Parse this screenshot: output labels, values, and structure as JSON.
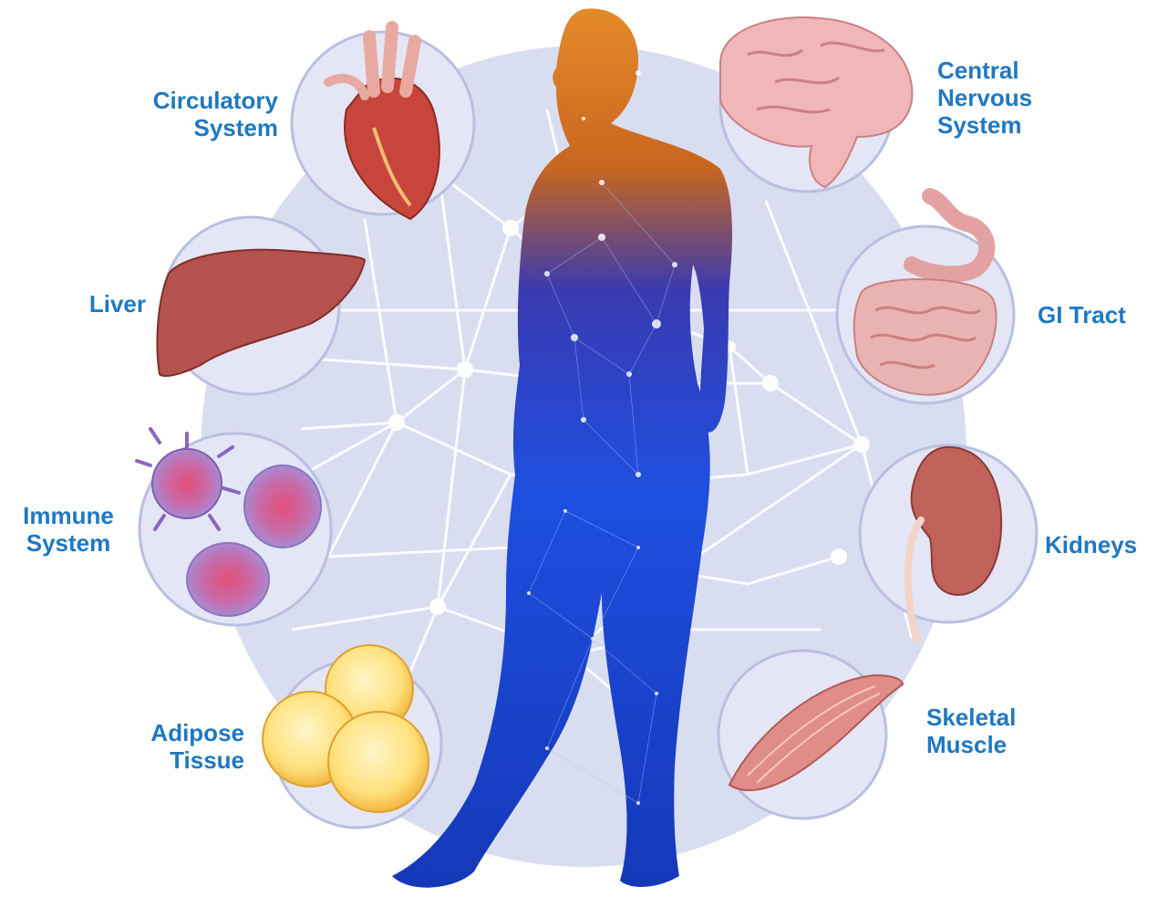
{
  "labels": {
    "circulatory": [
      "Circulatory",
      "System"
    ],
    "cns": [
      "Central",
      "Nervous",
      "System"
    ],
    "liver": [
      "Liver"
    ],
    "gi": [
      "GI Tract"
    ],
    "immune": [
      "Immune",
      "System"
    ],
    "kidneys": [
      "Kidneys"
    ],
    "adipose": [
      "Adipose",
      "Tissue"
    ],
    "skeletal": [
      "Skeletal",
      "Muscle"
    ]
  },
  "colors": {
    "label": "#1f78c1",
    "background_disc": "#d9ddf0",
    "organ_ring": "#b9bfe0",
    "network_line": "#ffffff",
    "silhouette_top": "#e07a1f",
    "silhouette_bottom": "#1b3fd0"
  },
  "icons": {
    "circulatory": "heart-icon",
    "cns": "brain-icon",
    "liver": "liver-icon",
    "gi": "intestines-icon",
    "immune": "immune-cells-icon",
    "kidneys": "kidney-icon",
    "adipose": "fat-cells-icon",
    "skeletal": "muscle-icon"
  }
}
